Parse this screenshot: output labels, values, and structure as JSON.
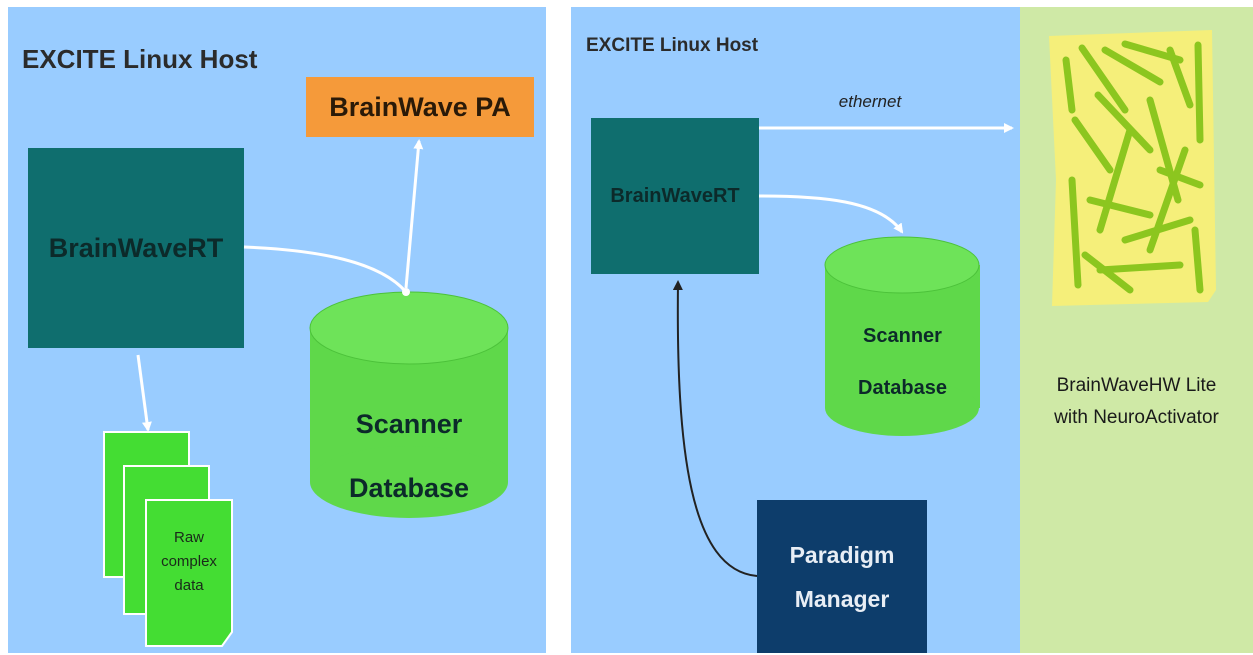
{
  "left": {
    "title": "EXCITE Linux Host",
    "brainwave_pa": "BrainWave PA",
    "brainwave_rt": "BrainWaveRT",
    "scanner_db_line1": "Scanner",
    "scanner_db_line2": "Database",
    "raw_data_lines": [
      "Raw",
      "complex",
      "data"
    ]
  },
  "right": {
    "title": "EXCITE Linux Host",
    "ethernet_label": "ethernet",
    "brainwave_rt": "BrainWaveRT",
    "scanner_db_line1": "Scanner",
    "scanner_db_line2": "Database",
    "paradigm_line1": "Paradigm",
    "paradigm_line2": "Manager"
  },
  "hardware": {
    "label_line1": "BrainWaveHW Lite",
    "label_line2": "with NeuroActivator"
  },
  "colors": {
    "panel_blue": "#99ccff",
    "teal_box": "#0f6e6e",
    "orange_box": "#f59a3a",
    "db_green": "#5fd84a",
    "doc_green": "#44dd33",
    "navy_box": "#0d3d6b",
    "hw_panel": "#cfe9a6",
    "hw_yellow": "#f5ef7a",
    "hw_stripes": "#8cc61f"
  }
}
